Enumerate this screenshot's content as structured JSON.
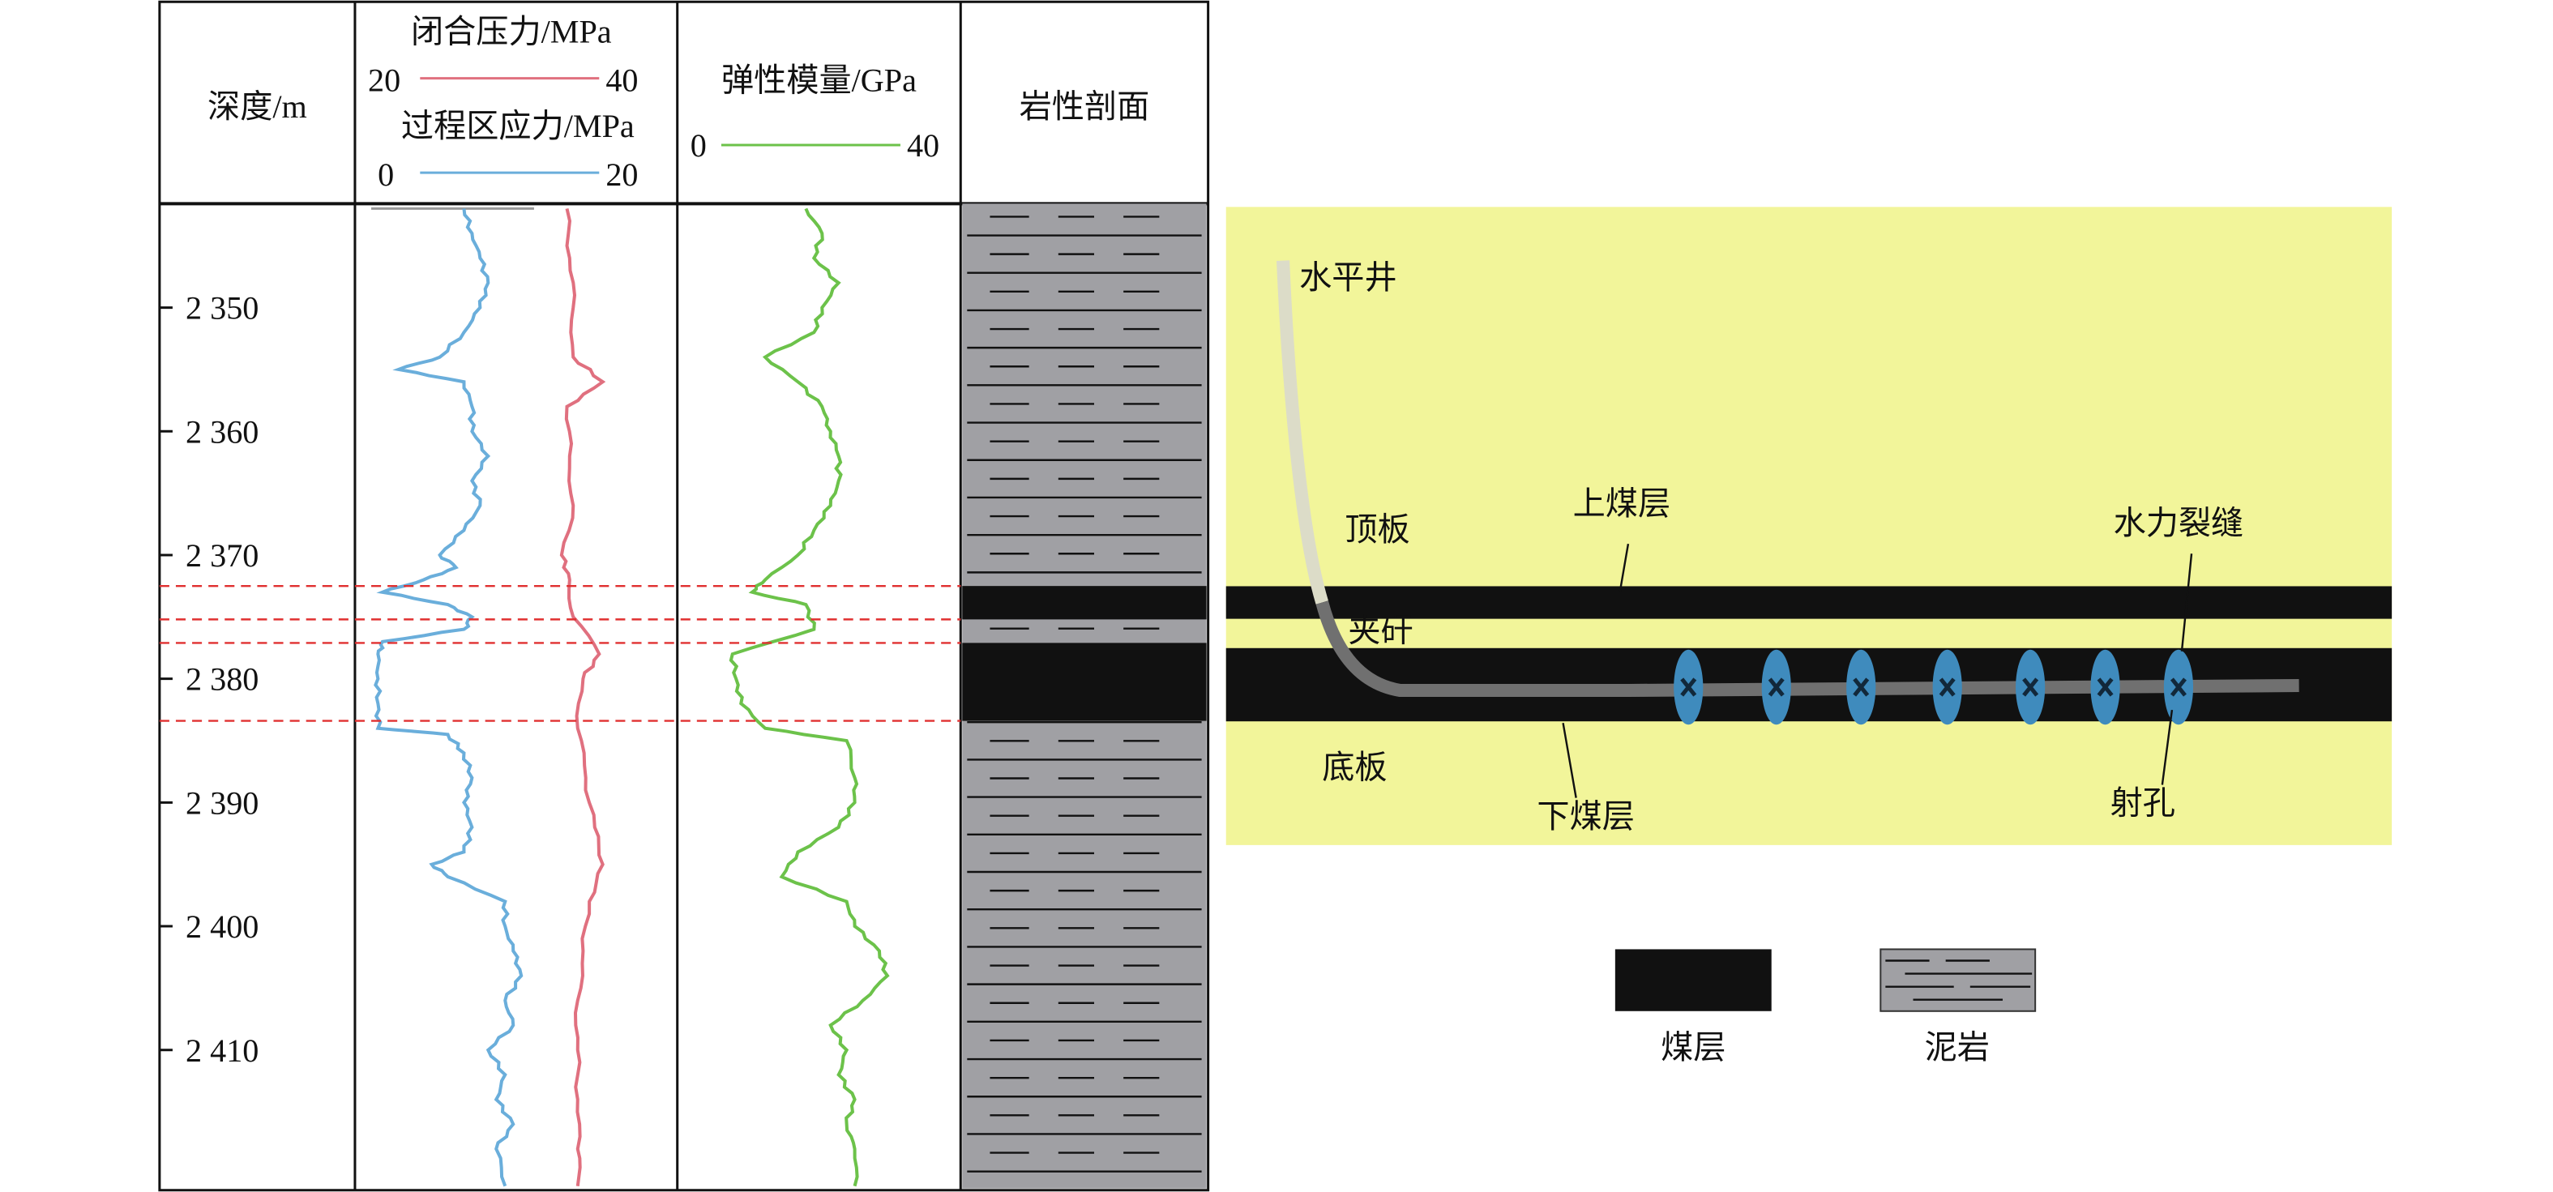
{
  "headers": {
    "depth": "深度/m",
    "closure": "闭合压力/MPa",
    "closure_min": "20",
    "closure_max": "40",
    "process": "过程区应力/MPa",
    "process_min": "0",
    "process_max": "20",
    "modulus": "弹性模量/GPa",
    "modulus_min": "0",
    "modulus_max": "40",
    "lithology": "岩性剖面"
  },
  "depth_ticks": [
    "2 350",
    "2 360",
    "2 370",
    "2 380",
    "2 390",
    "2 400",
    "2 410"
  ],
  "schematic": {
    "well": "水平井",
    "roof": "顶板",
    "upper_coal": "上煤层",
    "fracture": "水力裂缝",
    "parting": "夹矸",
    "floor": "底板",
    "lower_coal": "下煤层",
    "perforation": "射孔"
  },
  "legend": {
    "coal": "煤层",
    "mudstone": "泥岩"
  },
  "colors": {
    "closure": "#e0707f",
    "process": "#6aaedb",
    "modulus": "#6cc24a",
    "coal": "#111111",
    "mudstone": "#a0a0a4",
    "rock": "#f2f59a",
    "perf": "#3f8bbd"
  },
  "chart_data": {
    "type": "line",
    "ylabel": "深度/m",
    "ylim": [
      2341.6,
      2421.2
    ],
    "yticks": [
      2350,
      2360,
      2370,
      2380,
      2390,
      2400,
      2410
    ],
    "coal_intervals": [
      [
        2372.5,
        2375.2
      ],
      [
        2377.1,
        2383.4
      ]
    ],
    "series": [
      {
        "name": "过程区应力/MPa",
        "xlim": [
          0,
          20
        ],
        "points": [
          [
            2342,
            4.9
          ],
          [
            2344,
            5.8
          ],
          [
            2346,
            6.7
          ],
          [
            2348,
            7.6
          ],
          [
            2350,
            6.7
          ],
          [
            2352,
            4.9
          ],
          [
            2354,
            2.2
          ],
          [
            2355,
            -2.4
          ],
          [
            2356,
            4.9
          ],
          [
            2358,
            5.8
          ],
          [
            2360,
            5.8
          ],
          [
            2362,
            7.6
          ],
          [
            2364,
            5.8
          ],
          [
            2366,
            6.7
          ],
          [
            2368,
            4.9
          ],
          [
            2370,
            2.2
          ],
          [
            2371,
            4
          ],
          [
            2372,
            0.4
          ],
          [
            2373,
            -4.2
          ],
          [
            2374,
            3.1
          ],
          [
            2375,
            5.8
          ],
          [
            2376,
            4.9
          ],
          [
            2377,
            -4.2
          ],
          [
            2378,
            -4.7
          ],
          [
            2380,
            -4.7
          ],
          [
            2382,
            -4.7
          ],
          [
            2384,
            -4.7
          ],
          [
            2384.5,
            3.1
          ],
          [
            2386,
            4.9
          ],
          [
            2388,
            5.8
          ],
          [
            2390,
            4.9
          ],
          [
            2392,
            5.8
          ],
          [
            2394,
            4.9
          ],
          [
            2395,
            1.3
          ],
          [
            2396,
            3.1
          ],
          [
            2398,
            9.5
          ],
          [
            2400,
            9.5
          ],
          [
            2402,
            10.4
          ],
          [
            2404,
            11.3
          ],
          [
            2406,
            9.5
          ],
          [
            2408,
            10.4
          ],
          [
            2410,
            7.6
          ],
          [
            2412,
            9.5
          ],
          [
            2414,
            8.5
          ],
          [
            2416,
            10.4
          ],
          [
            2418,
            8.5
          ],
          [
            2421,
            9.5
          ]
        ]
      },
      {
        "name": "闭合压力/MPa",
        "xlim": [
          20,
          40
        ],
        "points": [
          [
            2342,
            36.4
          ],
          [
            2346,
            36.7
          ],
          [
            2350,
            37.1
          ],
          [
            2354,
            37.1
          ],
          [
            2356,
            40.4
          ],
          [
            2358,
            36.4
          ],
          [
            2362,
            36.7
          ],
          [
            2366,
            37.1
          ],
          [
            2370,
            35.8
          ],
          [
            2372,
            36.7
          ],
          [
            2375,
            37.1
          ],
          [
            2378,
            40
          ],
          [
            2380,
            38.2
          ],
          [
            2384,
            37.6
          ],
          [
            2388,
            38.5
          ],
          [
            2392,
            39.5
          ],
          [
            2395,
            40.4
          ],
          [
            2398,
            38.9
          ],
          [
            2402,
            38.2
          ],
          [
            2406,
            37.6
          ],
          [
            2410,
            37.6
          ],
          [
            2414,
            37.6
          ],
          [
            2418,
            37.6
          ],
          [
            2421,
            37.6
          ]
        ]
      },
      {
        "name": "弹性模量/GPa",
        "xlim": [
          0,
          40
        ],
        "points": [
          [
            2342,
            18.9
          ],
          [
            2344,
            22.5
          ],
          [
            2346,
            20.7
          ],
          [
            2348,
            26.2
          ],
          [
            2350,
            22.5
          ],
          [
            2352,
            20.7
          ],
          [
            2354,
            9.8
          ],
          [
            2356,
            17.1
          ],
          [
            2358,
            22.5
          ],
          [
            2360,
            24.4
          ],
          [
            2362,
            26.2
          ],
          [
            2364,
            26.2
          ],
          [
            2366,
            24.4
          ],
          [
            2368,
            20.7
          ],
          [
            2370,
            17.1
          ],
          [
            2372,
            9.8
          ],
          [
            2373,
            6.9
          ],
          [
            2374,
            18.9
          ],
          [
            2376,
            20.7
          ],
          [
            2378,
            2.5
          ],
          [
            2380,
            3.3
          ],
          [
            2382,
            4.4
          ],
          [
            2384,
            9.8
          ],
          [
            2385,
            28
          ],
          [
            2388,
            29.8
          ],
          [
            2390,
            29.8
          ],
          [
            2392,
            26.2
          ],
          [
            2394,
            17.1
          ],
          [
            2396,
            13.5
          ],
          [
            2398,
            28
          ],
          [
            2400,
            29.8
          ],
          [
            2402,
            35.3
          ],
          [
            2404,
            37.1
          ],
          [
            2406,
            31.6
          ],
          [
            2408,
            24.4
          ],
          [
            2410,
            28
          ],
          [
            2412,
            26.2
          ],
          [
            2414,
            29.8
          ],
          [
            2416,
            28
          ],
          [
            2418,
            29.8
          ],
          [
            2421,
            29.8
          ]
        ]
      }
    ]
  }
}
